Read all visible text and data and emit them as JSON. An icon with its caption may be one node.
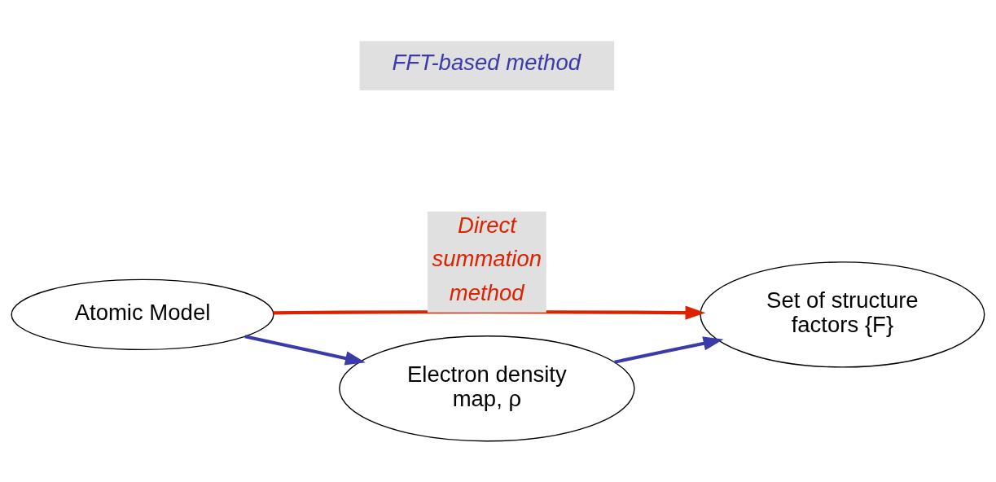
{
  "diagram": {
    "nodes": [
      {
        "text": [
          "Atomic Model"
        ]
      },
      {
        "text": [
          "Set of structure factors {F}"
        ]
      },
      {
        "text": [
          "Electron density map, ρ"
        ]
      }
    ],
    "edges": [
      {
        "from": 0,
        "to": 1,
        "arrow": "to",
        "label": "Direct summation method",
        "color": "#dd2200"
      },
      {
        "from": 0,
        "to": 2,
        "arrow": "to"
      },
      {
        "from": 2,
        "to": 1,
        "arrow": "to"
      }
    ],
    "labels": [
      "FFT-based method"
    ]
  }
}
